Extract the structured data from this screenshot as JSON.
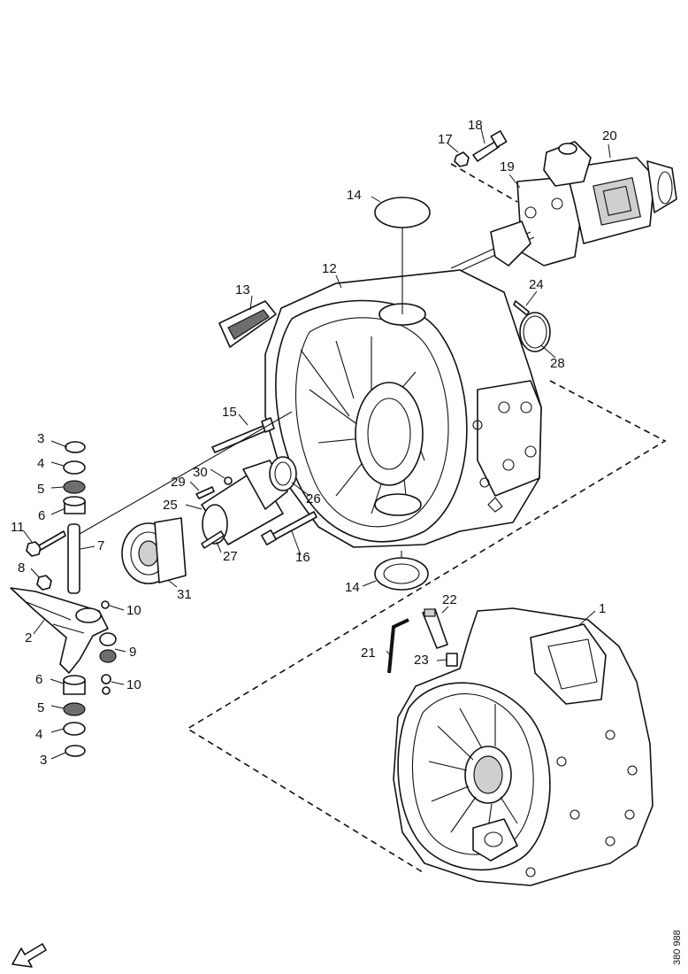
{
  "figure": {
    "reference_code": "380 988",
    "callouts": {
      "c1": "1",
      "c2": "2",
      "c3a": "3",
      "c3b": "3",
      "c4a": "4",
      "c4b": "4",
      "c5a": "5",
      "c5b": "5",
      "c6a": "6",
      "c6b": "6",
      "c7": "7",
      "c8": "8",
      "c9": "9",
      "c10a": "10",
      "c10b": "10",
      "c11": "11",
      "c12": "12",
      "c13": "13",
      "c14a": "14",
      "c14b": "14",
      "c15": "15",
      "c16": "16",
      "c17": "17",
      "c18": "18",
      "c19": "19",
      "c20": "20",
      "c21": "21",
      "c22": "22",
      "c23": "23",
      "c24": "24",
      "c25": "25",
      "c26": "26",
      "c27": "27",
      "c28": "28",
      "c29": "29",
      "c30": "30",
      "c31": "31"
    }
  }
}
